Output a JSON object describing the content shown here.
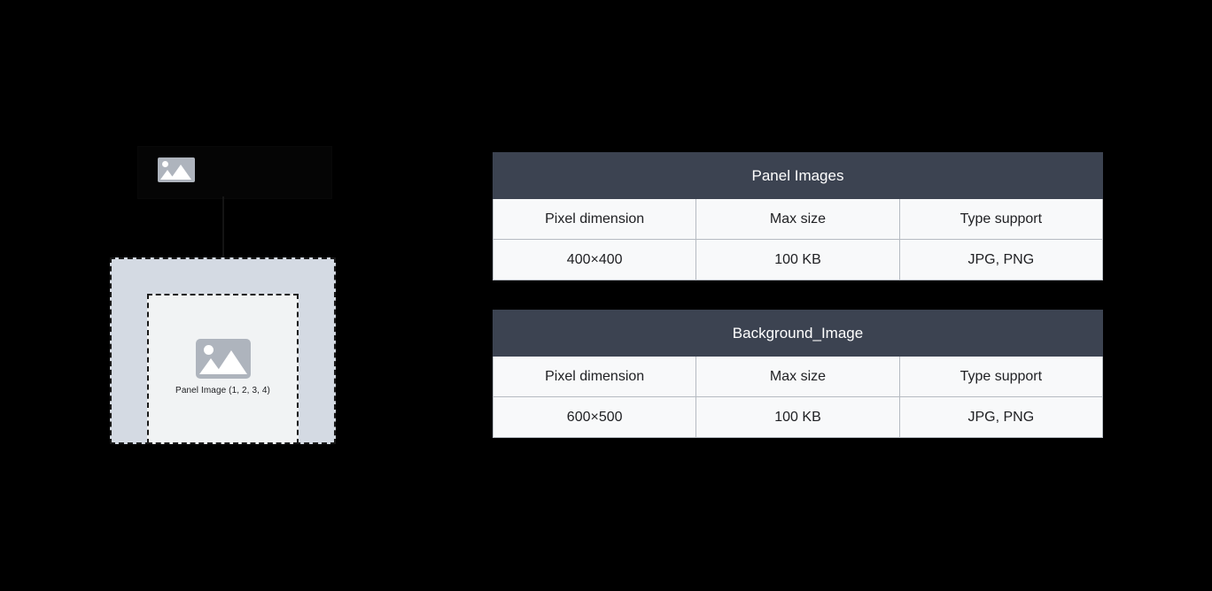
{
  "page": {
    "background_color": "#000000"
  },
  "diagram": {
    "name": "panel-image-placement-diagram",
    "source_icon": {
      "icon": "image-placeholder-icon",
      "color": "#aeb4bd"
    },
    "arrow": {
      "icon": "arrow-down-icon",
      "color": "#1a1a1a"
    },
    "outer_box": {
      "label": "background-area",
      "fill": "#d4dae3",
      "border": "dashed #1a1a1a"
    },
    "inner_box": {
      "label": "panel-area",
      "fill": "#f1f3f4",
      "border": "dashed #1a1a1a"
    },
    "panel_icon": {
      "icon": "image-placeholder-icon",
      "color": "#aeb4bd"
    },
    "panel_caption": "Panel Image (1, 2, 3, 4)"
  },
  "tables": [
    {
      "id": "panel-images",
      "title": "Panel Images",
      "title_bg": "#3c4351",
      "columns": [
        "Pixel dimension",
        "Max size",
        "Type support"
      ],
      "rows": [
        [
          "400×400",
          "100 KB",
          "JPG, PNG"
        ]
      ]
    },
    {
      "id": "background-image",
      "title": "Background_Image",
      "title_bg": "#3c4351",
      "columns": [
        "Pixel dimension",
        "Max size",
        "Type support"
      ],
      "rows": [
        [
          "600×500",
          "100 KB",
          "JPG, PNG"
        ]
      ]
    }
  ]
}
